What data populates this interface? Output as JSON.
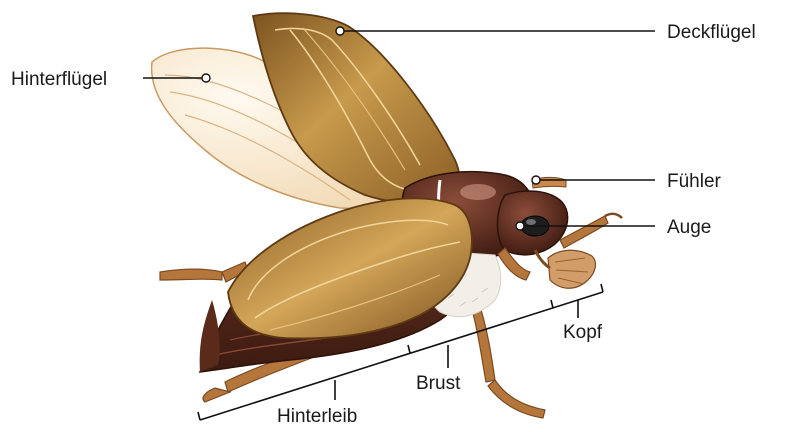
{
  "labels": {
    "deckfluegel": "Deckflügel",
    "hinterfluegel": "Hinterflügel",
    "fuehler": "Fühler",
    "auge": "Auge",
    "kopf": "Kopf",
    "brust": "Brust",
    "hinterleib": "Hinterleib"
  },
  "colors": {
    "elytra": "#a8782f",
    "elytra_light": "#d7ad62",
    "body": "#4a2116",
    "body_light": "#7a4030",
    "hindwing": "#f6e4c8",
    "legs": "#b5763c",
    "hair": "#f2eee8"
  },
  "icons": {
    "subject": "cockchafer-beetle-illustration"
  }
}
